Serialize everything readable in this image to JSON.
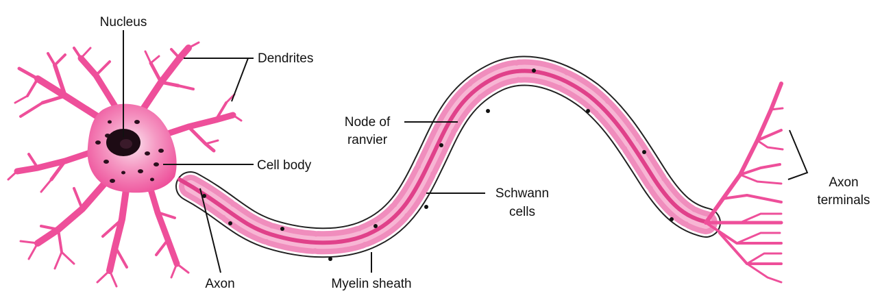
{
  "diagram": {
    "labels": {
      "nucleus": "Nucleus",
      "dendrites": "Dendrites",
      "cell_body": "Cell body",
      "node_line1": "Node of",
      "node_line2": "ranvier",
      "schwann_line1": "Schwann",
      "schwann_line2": "cells",
      "axon_terminals_line1": "Axon",
      "axon_terminals_line2": "terminals",
      "axon": "Axon",
      "myelin_sheath": "Myelin sheath"
    },
    "colors": {
      "cell_pink": "#ee4f9a",
      "cell_light": "#f7b6d4",
      "myelin_pink": "#f08dbd",
      "axon_core": "#e0418a",
      "nucleus_dark": "#1d0b14",
      "outline": "#222222",
      "label_line": "#111111"
    }
  }
}
